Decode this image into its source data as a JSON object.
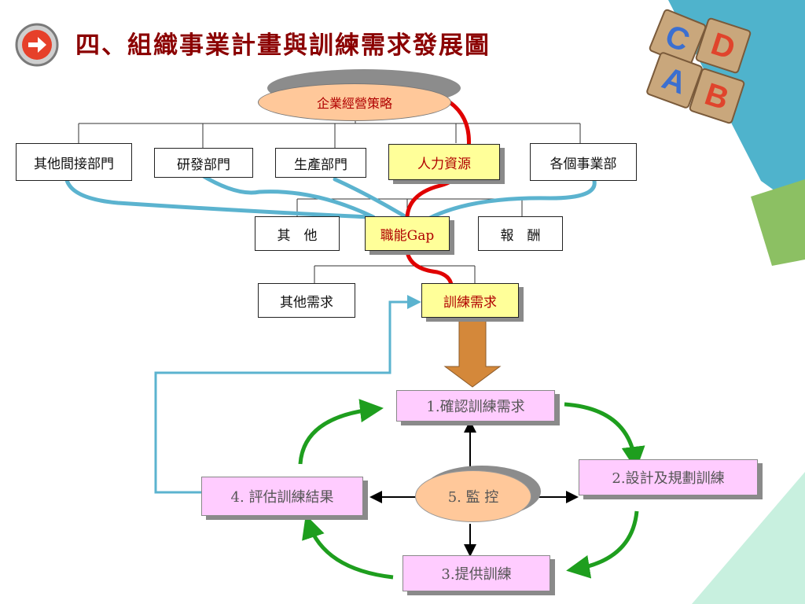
{
  "title": "四、組織事業計畫與訓練需求發展圖",
  "strategy": "企業經營策略",
  "departments": [
    "其他間接部門",
    "研發部門",
    "生產部門",
    "人力資源",
    "各個事業部"
  ],
  "middle_row": {
    "other": "其　他",
    "gap": "職能Gap",
    "pay": "報　酬"
  },
  "other_needs": "其他需求",
  "training_needs": "訓練需求",
  "cycle": {
    "step1": "1.確認訓練需求",
    "step2": "2.設計及規劃訓練",
    "step3": "3.提供訓練",
    "step4": "4. 評估訓練結果",
    "monitor": "5. 監 控"
  },
  "decor": {
    "blocks": [
      "A",
      "B",
      "C",
      "D"
    ]
  },
  "colors": {
    "title": "#8b0000",
    "hr_line": "#e00000",
    "blue_line": "#5bb3cf",
    "cycle_arrow": "#1e9e1e",
    "down_arrow": "#d4883a",
    "teal": "#4fb3cc",
    "green": "#8cc063"
  }
}
